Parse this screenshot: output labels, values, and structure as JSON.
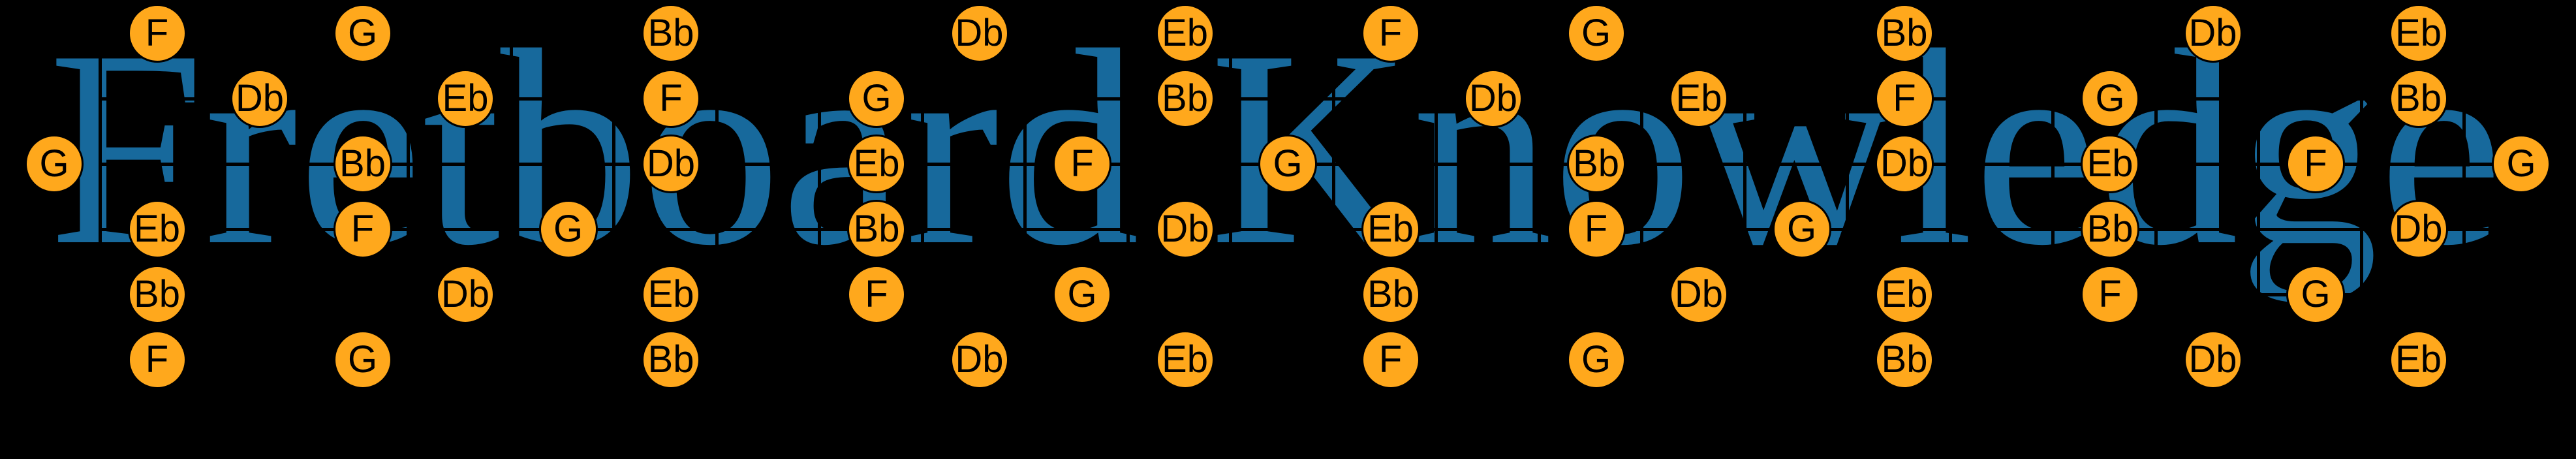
{
  "title": {
    "text": "Fretboard Knowledge"
  },
  "colors": {
    "background": "#000000",
    "title_blue": "#17699C",
    "grid_line": "#000000",
    "note_fill": "#FFA81C",
    "note_outline": "#000000",
    "note_text": "#000000"
  },
  "board": {
    "string_count": 6,
    "fret_line_count": 25,
    "open_notes_shown": true
  },
  "notes": [
    {
      "string": 1,
      "fret": 1,
      "label": "F"
    },
    {
      "string": 1,
      "fret": 3,
      "label": "G"
    },
    {
      "string": 1,
      "fret": 6,
      "label": "Bb"
    },
    {
      "string": 1,
      "fret": 9,
      "label": "Db"
    },
    {
      "string": 1,
      "fret": 11,
      "label": "Eb"
    },
    {
      "string": 1,
      "fret": 13,
      "label": "F"
    },
    {
      "string": 1,
      "fret": 15,
      "label": "G"
    },
    {
      "string": 1,
      "fret": 18,
      "label": "Bb"
    },
    {
      "string": 1,
      "fret": 21,
      "label": "Db"
    },
    {
      "string": 1,
      "fret": 23,
      "label": "Eb"
    },
    {
      "string": 2,
      "fret": 2,
      "label": "Db"
    },
    {
      "string": 2,
      "fret": 4,
      "label": "Eb"
    },
    {
      "string": 2,
      "fret": 6,
      "label": "F"
    },
    {
      "string": 2,
      "fret": 8,
      "label": "G"
    },
    {
      "string": 2,
      "fret": 11,
      "label": "Bb"
    },
    {
      "string": 2,
      "fret": 14,
      "label": "Db"
    },
    {
      "string": 2,
      "fret": 16,
      "label": "Eb"
    },
    {
      "string": 2,
      "fret": 18,
      "label": "F"
    },
    {
      "string": 2,
      "fret": 20,
      "label": "G"
    },
    {
      "string": 2,
      "fret": 23,
      "label": "Bb"
    },
    {
      "string": 3,
      "fret": 0,
      "label": "G"
    },
    {
      "string": 3,
      "fret": 3,
      "label": "Bb"
    },
    {
      "string": 3,
      "fret": 6,
      "label": "Db"
    },
    {
      "string": 3,
      "fret": 8,
      "label": "Eb"
    },
    {
      "string": 3,
      "fret": 10,
      "label": "F"
    },
    {
      "string": 3,
      "fret": 12,
      "label": "G"
    },
    {
      "string": 3,
      "fret": 15,
      "label": "Bb"
    },
    {
      "string": 3,
      "fret": 18,
      "label": "Db"
    },
    {
      "string": 3,
      "fret": 20,
      "label": "Eb"
    },
    {
      "string": 3,
      "fret": 22,
      "label": "F"
    },
    {
      "string": 3,
      "fret": 24,
      "label": "G"
    },
    {
      "string": 4,
      "fret": 1,
      "label": "Eb"
    },
    {
      "string": 4,
      "fret": 3,
      "label": "F"
    },
    {
      "string": 4,
      "fret": 5,
      "label": "G"
    },
    {
      "string": 4,
      "fret": 8,
      "label": "Bb"
    },
    {
      "string": 4,
      "fret": 11,
      "label": "Db"
    },
    {
      "string": 4,
      "fret": 13,
      "label": "Eb"
    },
    {
      "string": 4,
      "fret": 15,
      "label": "F"
    },
    {
      "string": 4,
      "fret": 17,
      "label": "G"
    },
    {
      "string": 4,
      "fret": 20,
      "label": "Bb"
    },
    {
      "string": 4,
      "fret": 23,
      "label": "Db"
    },
    {
      "string": 5,
      "fret": 1,
      "label": "Bb"
    },
    {
      "string": 5,
      "fret": 4,
      "label": "Db"
    },
    {
      "string": 5,
      "fret": 6,
      "label": "Eb"
    },
    {
      "string": 5,
      "fret": 8,
      "label": "F"
    },
    {
      "string": 5,
      "fret": 10,
      "label": "G"
    },
    {
      "string": 5,
      "fret": 13,
      "label": "Bb"
    },
    {
      "string": 5,
      "fret": 16,
      "label": "Db"
    },
    {
      "string": 5,
      "fret": 18,
      "label": "Eb"
    },
    {
      "string": 5,
      "fret": 20,
      "label": "F"
    },
    {
      "string": 5,
      "fret": 22,
      "label": "G"
    },
    {
      "string": 6,
      "fret": 1,
      "label": "F"
    },
    {
      "string": 6,
      "fret": 3,
      "label": "G"
    },
    {
      "string": 6,
      "fret": 6,
      "label": "Bb"
    },
    {
      "string": 6,
      "fret": 9,
      "label": "Db"
    },
    {
      "string": 6,
      "fret": 11,
      "label": "Eb"
    },
    {
      "string": 6,
      "fret": 13,
      "label": "F"
    },
    {
      "string": 6,
      "fret": 15,
      "label": "G"
    },
    {
      "string": 6,
      "fret": 18,
      "label": "Bb"
    },
    {
      "string": 6,
      "fret": 21,
      "label": "Db"
    },
    {
      "string": 6,
      "fret": 23,
      "label": "Eb"
    }
  ]
}
